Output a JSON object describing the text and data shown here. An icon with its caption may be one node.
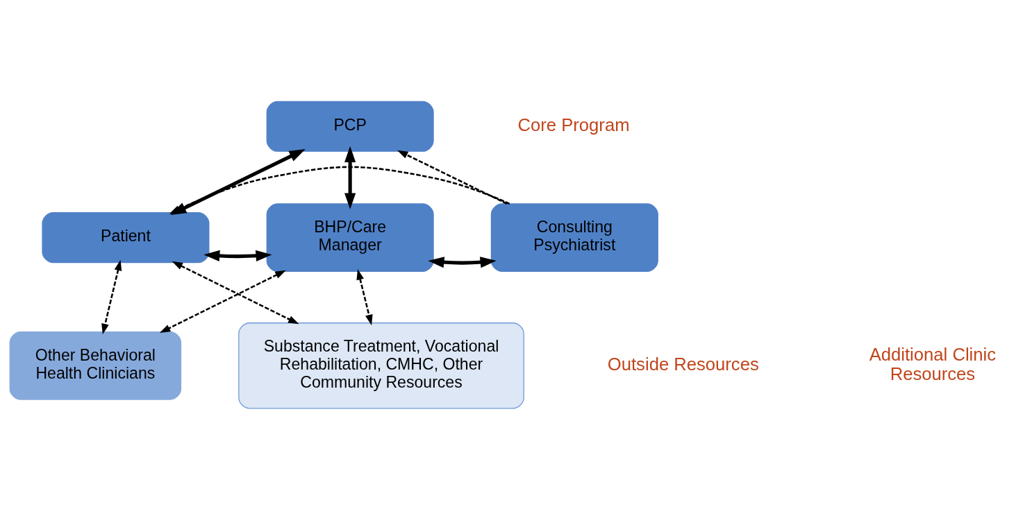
{
  "diagram": {
    "nodes": [
      {
        "text": [
          "PCP"
        ]
      },
      {
        "text": [
          "Patient"
        ]
      },
      {
        "text": [
          "BHP/Care Manager"
        ]
      },
      {
        "text": [
          "Consulting Psychiatrist"
        ]
      },
      {
        "text": [
          "Other Behavioral Health Clinicians"
        ]
      },
      {
        "text": [
          "Substance Treatment, Vocational Rehabilitation, CMHC, Other Community Resources"
        ]
      }
    ],
    "edges": [
      {
        "from": 1,
        "to": 0,
        "arrow": "both",
        "style": "thick"
      },
      {
        "from": 0,
        "to": 2,
        "arrow": "both",
        "style": "thick"
      },
      {
        "from": 1,
        "to": 2,
        "arrow": "both",
        "style": "thick"
      },
      {
        "from": 2,
        "to": 3,
        "arrow": "both",
        "style": "thick"
      },
      {
        "from": 3,
        "to": 0,
        "arrow": "to",
        "style": "dashed"
      },
      {
        "from": 3,
        "to": 1,
        "arrow": "to",
        "style": "dashed"
      },
      {
        "from": 1,
        "to": 4,
        "arrow": "both",
        "style": "dashed"
      },
      {
        "from": 2,
        "to": 4,
        "arrow": "both",
        "style": "dashed"
      },
      {
        "from": 1,
        "to": 5,
        "arrow": "both",
        "style": "dashed"
      },
      {
        "from": 2,
        "to": 5,
        "arrow": "both",
        "style": "dashed"
      }
    ],
    "labels": [
      "Core Program",
      "Additional Clinic Resources",
      "Outside Resources"
    ]
  }
}
